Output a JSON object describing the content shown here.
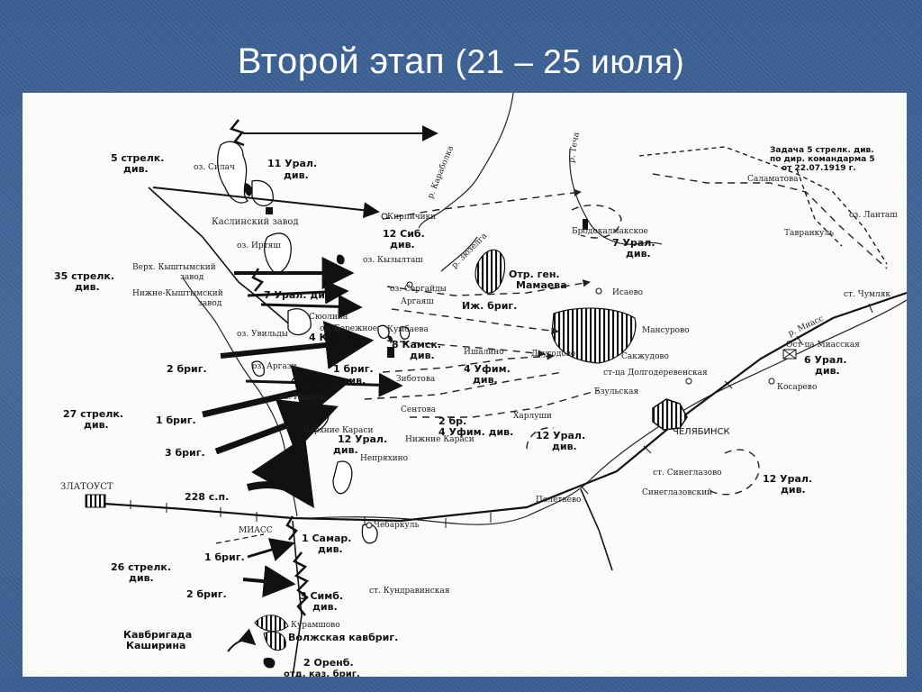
{
  "title": "Второй этап",
  "title_dates": "(21 – 25 июля)",
  "map": {
    "task_note": [
      "Задача 5 стрелк. див.",
      "по дир. командарма 5",
      "от 22.07.1919 г."
    ],
    "rivers": [
      "р. Караболка",
      "р. Теча",
      "р. Зюзелга",
      "р. Миасс"
    ],
    "places": {
      "silach": "оз. Силач",
      "kasli": "Каслинский завод",
      "irtyash": "оз. Иртяш",
      "verkh_kyshtym": "Верх. Кыштымский",
      "verkh_kyshtym2": "завод",
      "nizh_kyshtym": "Нижне-Кыштымский",
      "nizh_kyshtym2": "завод",
      "sugoyak": "Сюолина",
      "uvildy": "оз. Увильды",
      "berzhniki": "оз. Бережное",
      "argazi": "оз. Аргази",
      "itkul": "оз. Ишкуль",
      "kirpichniki": "Кирпичики",
      "kyzyltash": "оз. Кызылташ",
      "sergaydy": "оз. Сергайды",
      "argayash": "Аргаяш",
      "kumbaeva": "Кумбаева",
      "ishalino": "Ишалино",
      "dvurogo": "Двугодово",
      "isaevo": "Исаево",
      "mansurovo": "Мансурово",
      "saykudovo": "Сакжудово",
      "dolgoderevenskaya": "ст-ца Долгодеревенская",
      "ezulskaya": "Бзульская",
      "zibotova": "Зиботова",
      "sentova": "Сентова",
      "verkh_karasi": "Верхние Караси",
      "nizh_karasi": "Нижние Караси",
      "nepryakhino": "Непряхино",
      "kharluchi": "Харлуши",
      "chelyabinsk": "ЧЕЛЯБИНСК",
      "sinegl1": "ст. Синеглазово",
      "sinegl2": "Синеглазовский",
      "poletaevo": "Полетаево",
      "brodokalmak": "Бродокалмакское",
      "salamatova": "Саламатова",
      "lantashi": "оз. Ланташ",
      "tavrankul": "Тавранкуль",
      "chumlyak": "ст. Чумляк",
      "miasskaya": "Ост-ца Миасская",
      "kosarevo": "Косарево",
      "zlatoust": "ЗЛАТОУСТ",
      "miass": "МИАСС",
      "chebarkul": "Чебаркуль",
      "kundravinskaya": "ст. Кундравинская",
      "kuramshovo": "Курамшово"
    },
    "units": {
      "d5": "5 стрелк.",
      "d5b": "див.",
      "u11": "11 Урал.",
      "u11b": "див.",
      "s12": "12 Сиб.",
      "s12b": "див.",
      "u7a": "7 Урал.",
      "u7ab": "див.",
      "mamaev": "Отр. ген.",
      "mamaevb": "Мамаева",
      "d35": "35 стрелк.",
      "d35b": "див.",
      "u7": "7 Урал. див.",
      "izh": "Иж. бриг.",
      "kaz4": "4 Каз. бр.",
      "kamsk": "8 Камск.",
      "kamskb": "див.",
      "br2": "2 бриг.",
      "br1top": "1 бриг.",
      "ufim4": "4 Уфим. див.",
      "ufim4b": "4 Уфим.",
      "ufim4c": "див.",
      "d27": "27 стрелк.",
      "d27b": "див.",
      "br1": "1 бриг.",
      "br3": "3 бриг.",
      "ural12": "12 Урал.",
      "ural12b": "див.",
      "br2b": "2 бр.",
      "ufim4d": "4 Уфим. див.",
      "ural12c": "12 Урал.",
      "ural12cb": "див.",
      "ural12d": "12 Урал.",
      "ural12db": "див.",
      "ural6": "6 Урал.",
      "ural6b": "див.",
      "sp228": "228 с.п.",
      "samar": "1 Самар.",
      "samarb": "див.",
      "d26": "26 стрелк.",
      "d26b": "див.",
      "br1c": "1 бриг.",
      "br2c": "2 бриг.",
      "simb": "3 Симб.",
      "simbb": "див.",
      "kavbr": "Кавбригада",
      "kavbrb": "Каширина",
      "volzh": "Волжская кавбриг.",
      "orenb": "2 Оренб.",
      "orenbb": "отд. каз. бриг."
    }
  }
}
